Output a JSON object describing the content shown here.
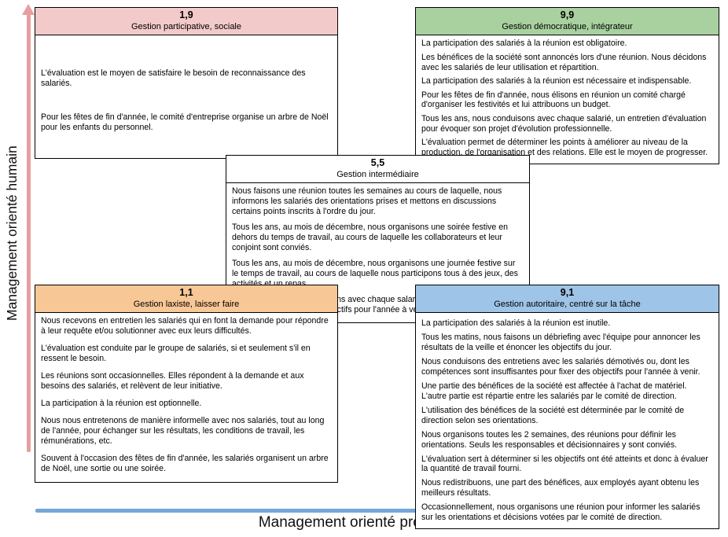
{
  "axes": {
    "y_label": "Management orienté humain",
    "x_label": "Management orienté production",
    "y_arrow_color": "#E89E9E",
    "x_arrow_color": "#74A7DB"
  },
  "boxes": {
    "box19": {
      "code": "1,9",
      "title": "Gestion participative, sociale",
      "header_color": "#F3CACA",
      "paragraphs": [
        "L'évaluation est le moyen de satisfaire le besoin de reconnaissance des salariés.",
        "Pour les fêtes de fin d'année, le comité d'entreprise organise un arbre de Noël pour les enfants du personnel."
      ]
    },
    "box99": {
      "code": "9,9",
      "title": "Gestion démocratique, intégrateur",
      "header_color": "#A9D1A0",
      "paragraphs": [
        "La participation des salariés à la réunion est obligatoire.",
        "Les bénéfices de la société sont annoncés lors d'une réunion. Nous décidons avec les salariés de leur utilisation et répartition.",
        "La participation des salariés à la réunion est nécessaire et indispensable.",
        "Pour les fêtes de fin d'année, nous élisons en réunion un comité chargé d'organiser les festivités et lui attribuons un budget.",
        "Tous les ans, nous conduisons avec chaque salarié, un entretien d'évaluation pour évoquer son projet d'évolution professionnelle.",
        "L'évaluation permet de déterminer les points à améliorer au niveau de la production, de l'organisation et des relations. Elle est le moyen de progresser."
      ]
    },
    "box55": {
      "code": "5,5",
      "title": "Gestion intermédiaire",
      "header_color": "#FFFFFF",
      "paragraphs": [
        "Nous faisons une réunion toutes les semaines au cours de laquelle, nous informons les salariés des orientations prises et mettons en discussions certains points inscrits à l'ordre du jour.",
        "Tous les ans, au mois de décembre, nous organisons une soirée festive en dehors du temps de travail, au cours de laquelle les collaborateurs et leur conjoint sont conviés.",
        "Tous les ans, au mois de décembre, nous organisons une journée festive sur le temps de travail, au cours de laquelle nous participons tous à des jeux, des activités et un repas.",
        "Tous les ans, nous conduisons avec chaque salarié, un entretien pour évaluer ses résultats et fixer les objectifs pour l'année à venir."
      ]
    },
    "box11": {
      "code": "1,1",
      "title": "Gestion laxiste, laisser faire",
      "header_color": "#F7C795",
      "paragraphs": [
        "Nous recevons en entretien les salariés qui en font la demande pour répondre à leur requête et/ou solutionner avec eux leurs difficultés.",
        "L'évaluation est conduite par le groupe de salariés, si et seulement s'il en ressent le besoin.",
        "Les réunions sont occasionnelles. Elles répondent à la demande et aux besoins des salariés, et relèvent de leur initiative.",
        "La participation à la réunion est optionnelle.",
        "Nous nous entretenons de manière informelle avec nos salariés, tout au long de l'année, pour échanger sur les résultats, les conditions de travail, les rémunérations, etc.",
        "Souvent à l'occasion des fêtes de fin d'année, les salariés organisent un arbre de Noël, une sortie ou une soirée."
      ]
    },
    "box91": {
      "code": "9,1",
      "title": "Gestion autoritaire, centré sur la tâche",
      "header_color": "#9EC4E7",
      "paragraphs": [
        "La participation des salariés à la réunion est inutile.",
        "Tous les matins, nous faisons un débriefing avec l'équipe pour annoncer les résultats de la veille et énoncer les objectifs du jour.",
        "Nous conduisons des entretiens avec les salariés démotivés ou, dont les compétences sont insuffisantes pour fixer des objectifs pour l'année à venir.",
        "Une partie des bénéfices de la société est affectée à l'achat de matériel. L'autre partie est répartie entre les salariés par le comité de direction.",
        "L'utilisation des bénéfices de la société est déterminée par le comité de direction selon ses orientations.",
        "Nous organisons toutes les 2 semaines, des réunions pour définir les orientations. Seuls les responsables et décisionnaires y sont conviés.",
        "L'évaluation sert à déterminer si les objectifs ont été atteints et donc à évaluer la quantité de travail fourni.",
        "Nous redistribuons, une part des bénéfices, aux employés ayant obtenu les meilleurs résultats.",
        "Occasionnellement, nous organisons une réunion pour informer les salariés sur les orientations et décisions votées par le comité de direction."
      ]
    }
  }
}
